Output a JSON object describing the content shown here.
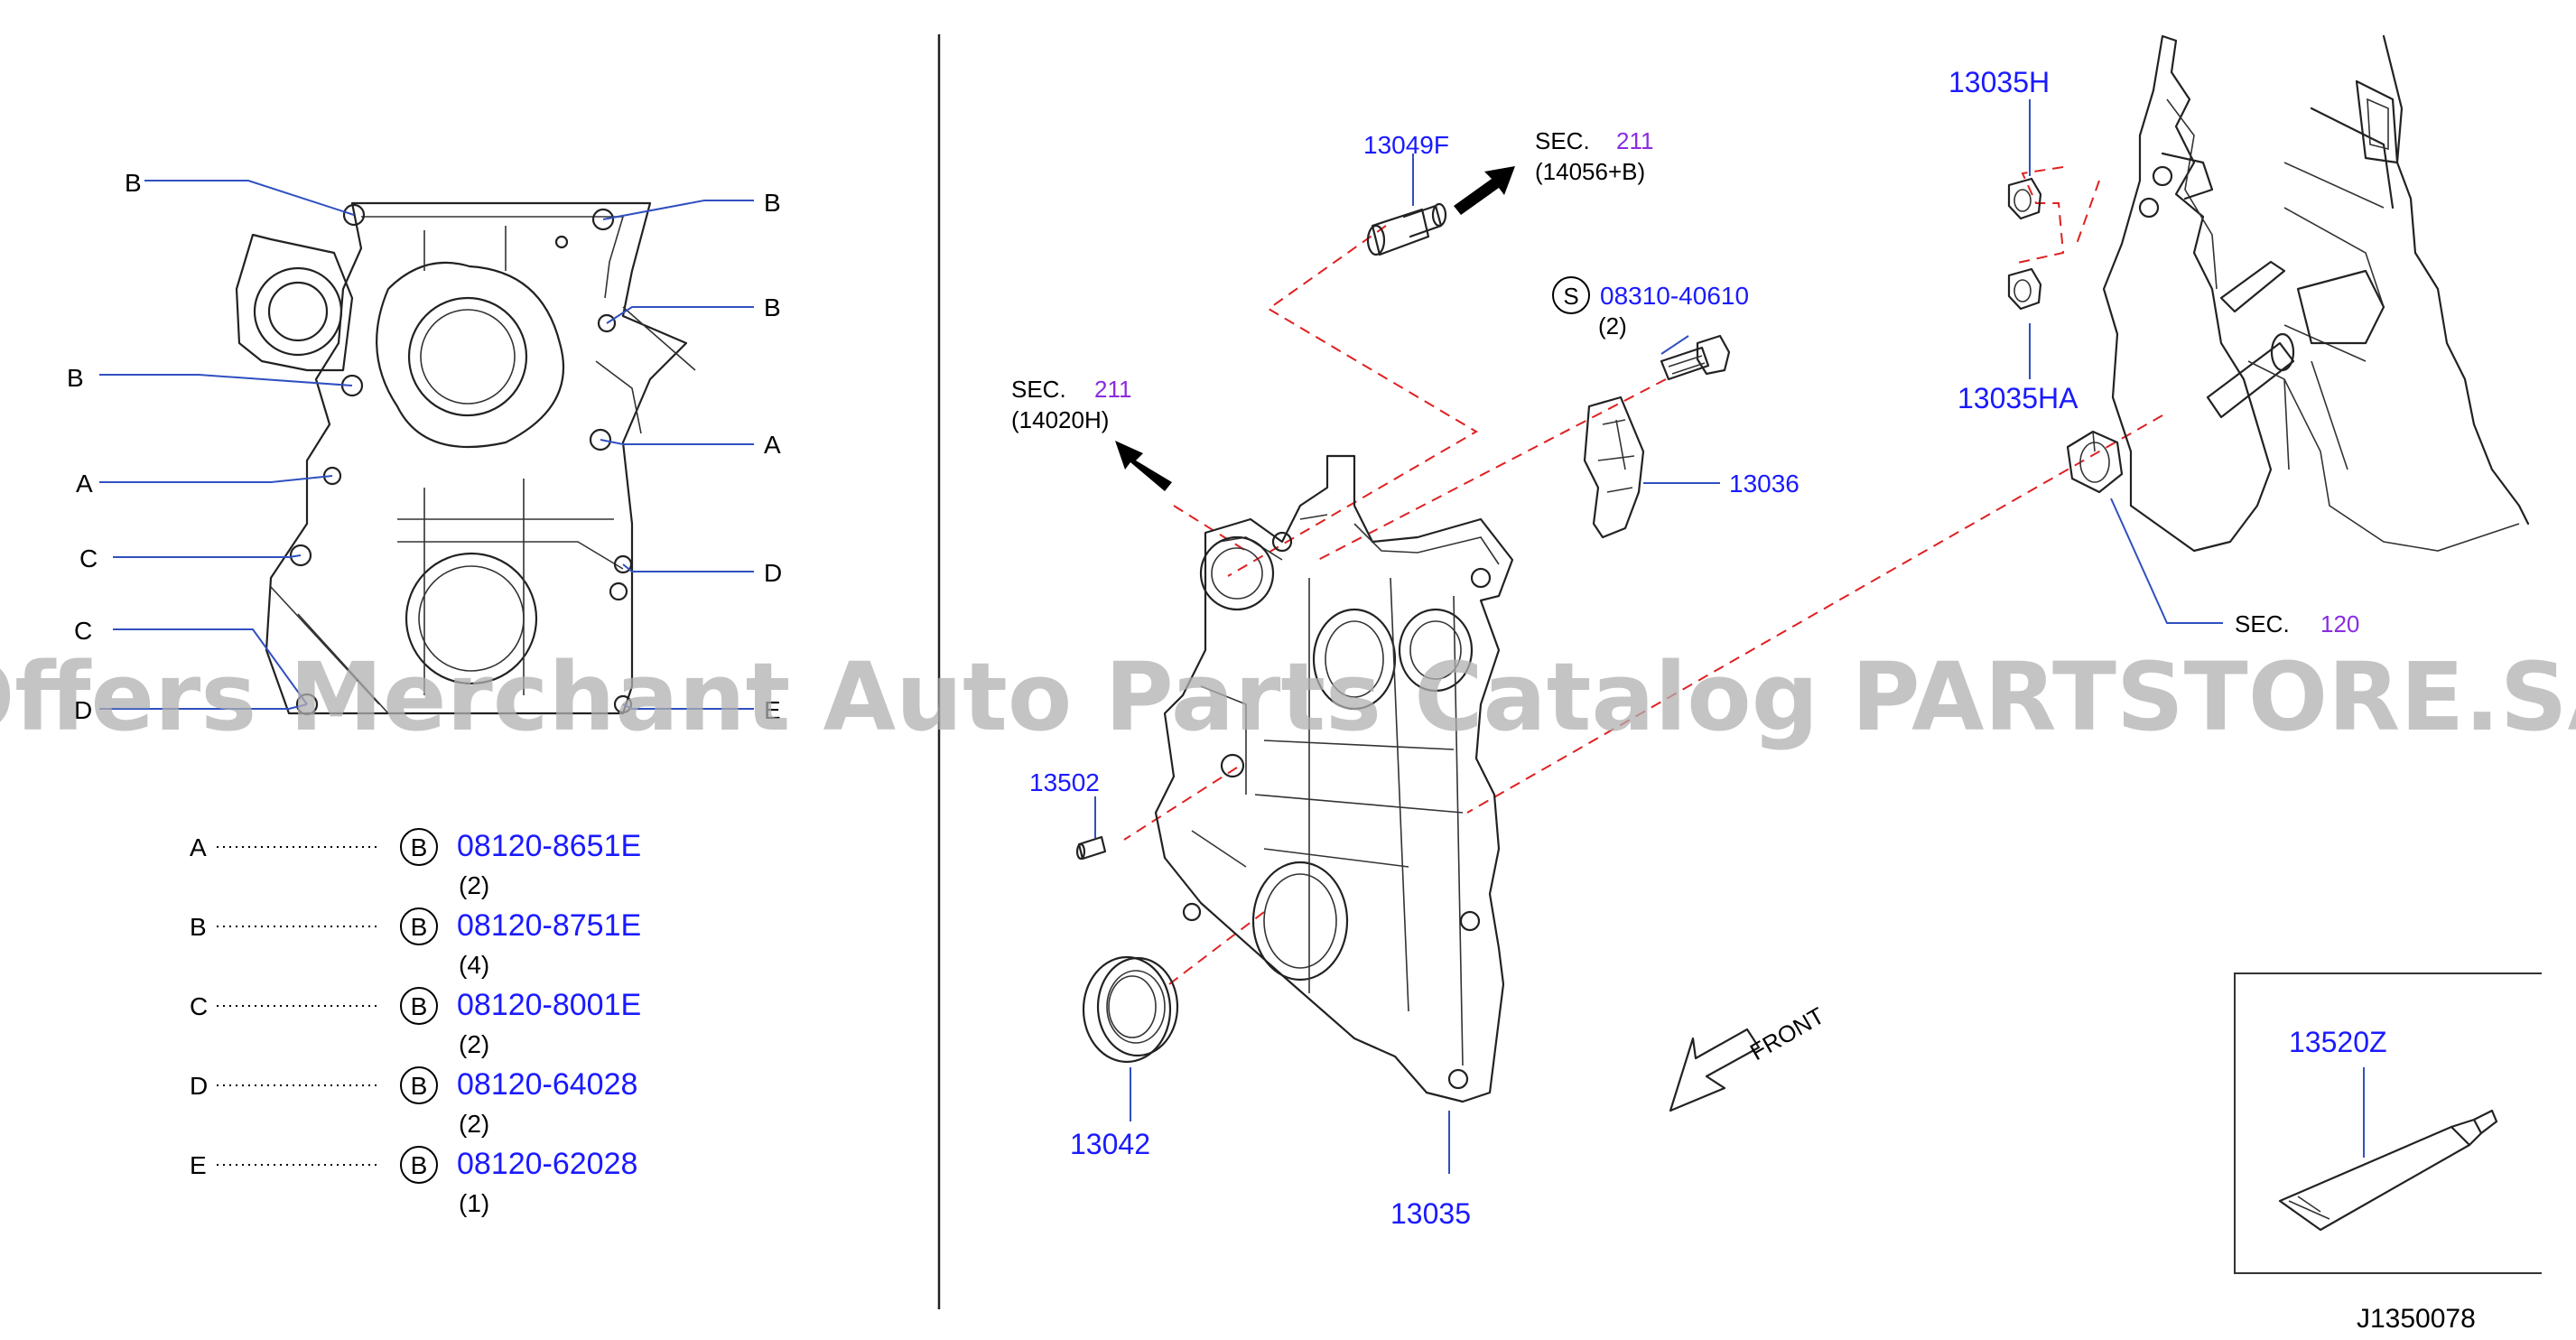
{
  "left_view": {
    "letters": [
      "B",
      "B",
      "B",
      "B",
      "A",
      "A",
      "C",
      "D",
      "C",
      "D",
      "E"
    ]
  },
  "legend": {
    "rows": [
      {
        "letter": "A",
        "symbol": "B",
        "part": "08120-8651E",
        "qty": "(2)"
      },
      {
        "letter": "B",
        "symbol": "B",
        "part": "08120-8751E",
        "qty": "(4)"
      },
      {
        "letter": "C",
        "symbol": "B",
        "part": "08120-8001E",
        "qty": "(2)"
      },
      {
        "letter": "D",
        "symbol": "B",
        "part": "08120-64028",
        "qty": "(2)"
      },
      {
        "letter": "E",
        "symbol": "B",
        "part": "08120-62028",
        "qty": "(1)"
      }
    ]
  },
  "callouts": {
    "p13049F": "13049F",
    "sec211_top_label": "SEC.",
    "sec211_top_num": "211",
    "sec211_top_sub": "(14056+B)",
    "sec211_left_label": "SEC.",
    "sec211_left_num": "211",
    "sec211_left_sub": "(14020H)",
    "bolt_symbol": "S",
    "bolt_part": "08310-40610",
    "bolt_qty": "(2)",
    "p13036": "13036",
    "p13502": "13502",
    "p13042": "13042",
    "p13035": "13035",
    "front": "FRONT",
    "p13035H": "13035H",
    "p13035HA": "13035HA",
    "sec120_label": "SEC.",
    "sec120_num": "120",
    "p13520Z": "13520Z",
    "drawing_id": "J1350078"
  },
  "watermark": "Offers Merchant Auto Parts Catalog PARTSTORE.SA",
  "colors": {
    "part_number": "#1a1aff",
    "section_number": "#8a2be2",
    "leader": "#3050c0",
    "dashed_path": "#e02020"
  }
}
